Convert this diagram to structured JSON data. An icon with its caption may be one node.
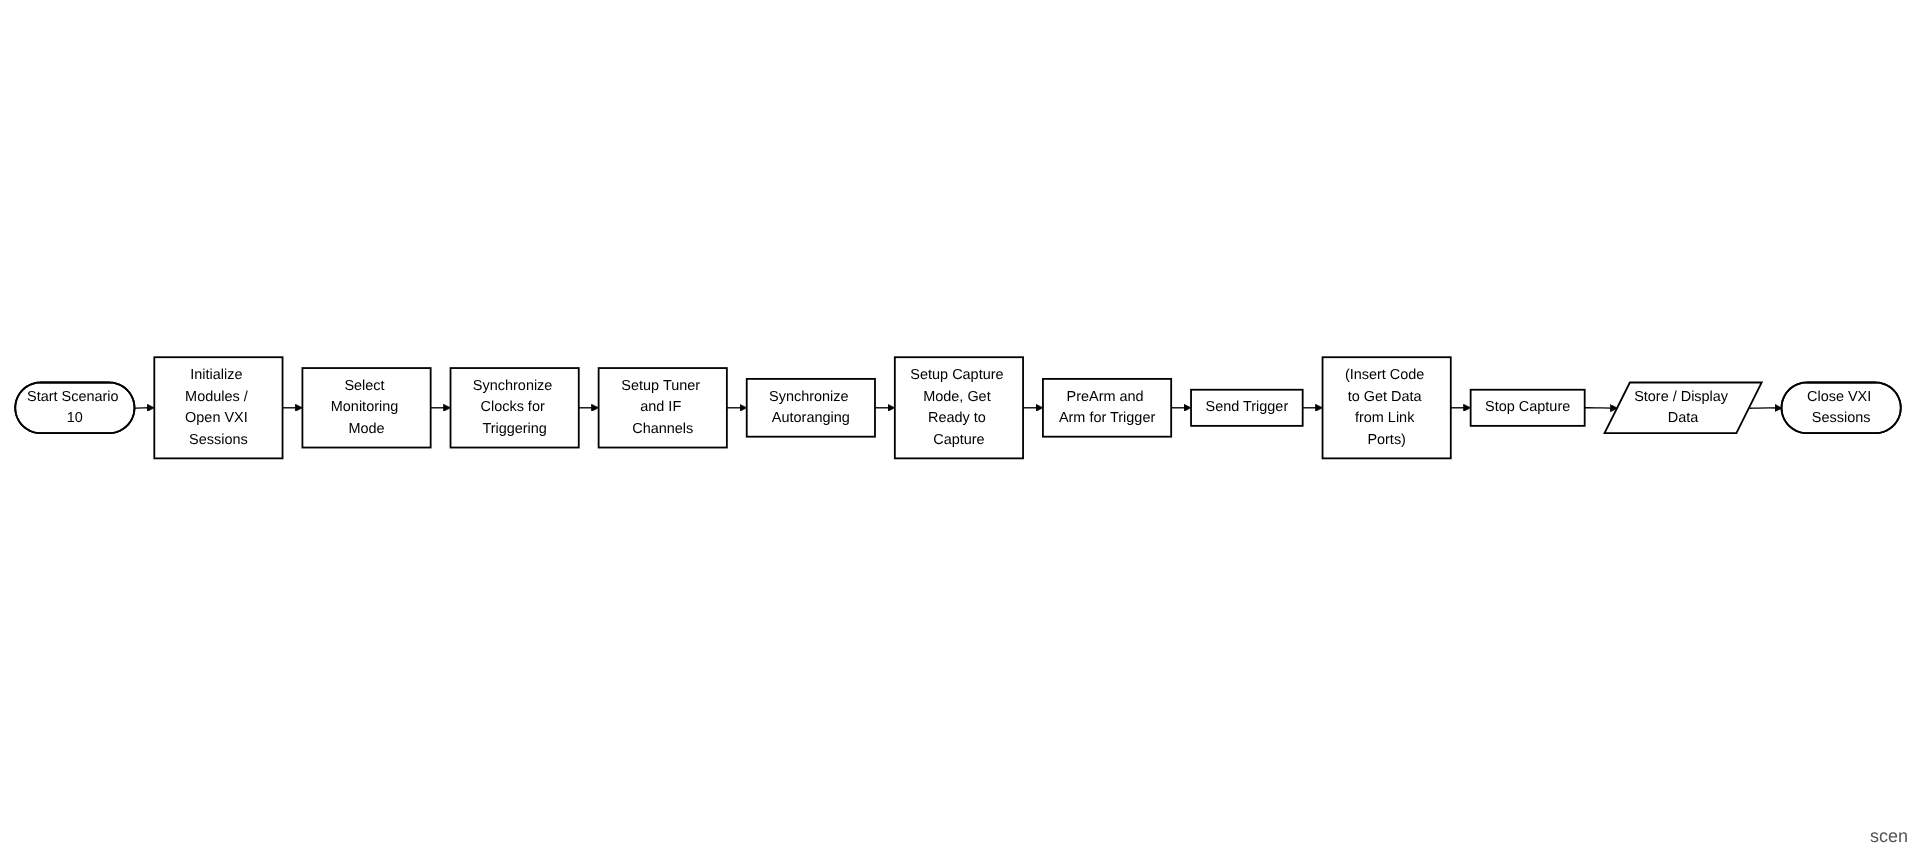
{
  "diagram": {
    "nodes": [
      {
        "text": [
          "Start Scenario 10"
        ]
      },
      {
        "text": [
          "Initialize Modules / Open VXI Sessions"
        ]
      },
      {
        "text": [
          "Select Monitoring Mode"
        ]
      },
      {
        "text": [
          "Synchronize Clocks for Triggering"
        ]
      },
      {
        "text": [
          "Setup Tuner and IF Channels"
        ]
      },
      {
        "text": [
          "Synchronize Autoranging"
        ]
      },
      {
        "text": [
          "Setup Capture Mode, Get Ready to Capture"
        ]
      },
      {
        "text": [
          "PreArm and Arm for Trigger"
        ]
      },
      {
        "text": [
          "Send Trigger"
        ]
      },
      {
        "text": [
          "(Insert Code to Get Data from Link Ports)"
        ]
      },
      {
        "text": [
          "Stop Capture"
        ]
      },
      {
        "text": [
          "Store / Display Data"
        ]
      },
      {
        "text": [
          "Close VXI Sessions"
        ]
      }
    ],
    "edges": [
      {
        "from": 0,
        "to": 1,
        "arrow": "to"
      },
      {
        "from": 1,
        "to": 2,
        "arrow": "to"
      },
      {
        "from": 2,
        "to": 3,
        "arrow": "to"
      },
      {
        "from": 3,
        "to": 4,
        "arrow": "to"
      },
      {
        "from": 4,
        "to": 5,
        "arrow": "to"
      },
      {
        "from": 5,
        "to": 6,
        "arrow": "to"
      },
      {
        "from": 6,
        "to": 7,
        "arrow": "to"
      },
      {
        "from": 7,
        "to": 8,
        "arrow": "to"
      },
      {
        "from": 8,
        "to": 9,
        "arrow": "to"
      },
      {
        "from": 9,
        "to": 10,
        "arrow": "to"
      },
      {
        "from": 10,
        "to": 11,
        "arrow": "to"
      },
      {
        "from": 11,
        "to": 12,
        "arrow": "to"
      }
    ],
    "labels": [
      "scen"
    ]
  }
}
